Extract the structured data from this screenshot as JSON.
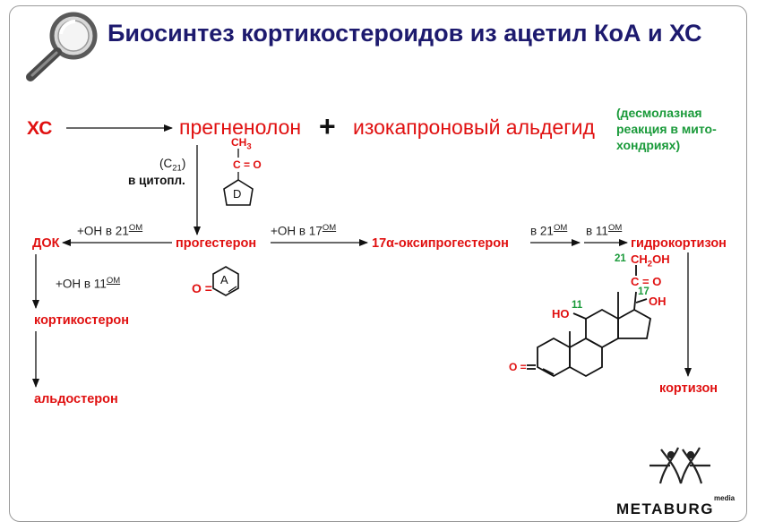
{
  "title": "Биосинтез кортикостероидов из ацетил КоА и ХС",
  "compounds": {
    "xc": "ХС",
    "pregnenolone": "прегненолон",
    "plus": "+",
    "isocaproic": "изокапроновый альдегид",
    "progesterone": "прогестерон",
    "doc": "ДОК",
    "oxyprogesterone": "17α-оксипрогестерон",
    "hydrocortisone": "гидрокортизон",
    "corticosterone": "кортикостерон",
    "aldosterone": "альдостерон",
    "cortisone": "кортизон"
  },
  "notes": {
    "desmolase_1": "(десмолазная",
    "desmolase_2": "реакция в мито-",
    "desmolase_3": "хондриях)",
    "c21_open": "(C",
    "c21_sub": "21",
    "c21_close": ")",
    "cytoplasm": "в цитопл."
  },
  "reactions": {
    "oh21_doc_pre": "+OH в 21",
    "oh21_doc_sup": "ОМ",
    "oh17_pre": "+OH в 17",
    "oh17_sup": "ОМ",
    "oh11_cort_pre": "+OH в 11",
    "oh11_cort_sup": "ОМ",
    "v21_pre": "в 21",
    "v21_sup": "ОМ",
    "v11_pre": "в 11",
    "v11_sup": "ОМ"
  },
  "structure_labels": {
    "ch3": "CH",
    "ch3_sub": "3",
    "c_eq_o": "C = O",
    "ring_d": "D",
    "ring_a": "A",
    "o_eq": "O =",
    "pos21": "21",
    "ch2oh_a": "CH",
    "ch2oh_sub": "2",
    "ch2oh_b": "OH",
    "c_eq_o_2": "C = O",
    "pos17": "17",
    "oh17": "OH",
    "ho11": "HO",
    "pos11": "11",
    "o_eq_steroid": "O ="
  },
  "logo": {
    "small": "media",
    "brand": "METABURG"
  },
  "colors": {
    "title": "#1d1a6e",
    "compound": "#e01010",
    "note": "#1a9a3a",
    "text": "#111111"
  },
  "icons": [
    "magnifier-icon",
    "metaburg-logo-icon"
  ]
}
